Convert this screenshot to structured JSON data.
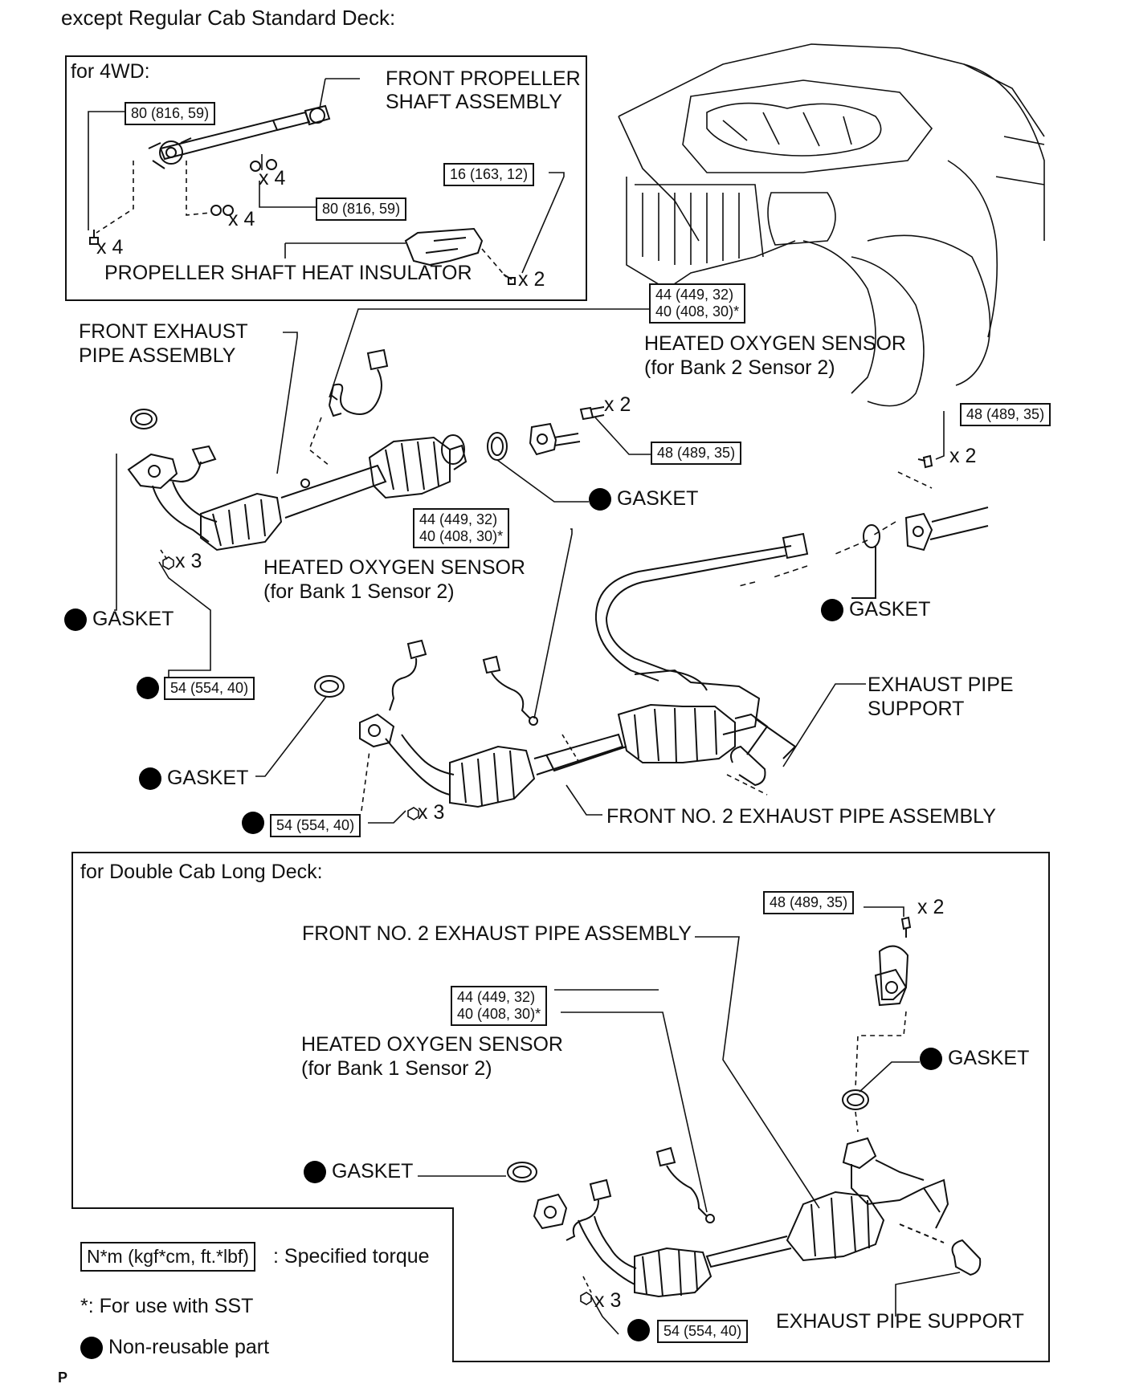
{
  "header": {
    "title": "except Regular Cab Standard Deck:"
  },
  "panel_4wd": {
    "title": "for 4WD:",
    "front_propeller_shaft": "FRONT PROPELLER\nSHAFT ASSEMBLY",
    "torque_a": "80 (816, 59)",
    "torque_b": "80 (816, 59)",
    "torque_c": "16 (163, 12)",
    "qty_x4_a": "x 4",
    "qty_x4_b": "x 4",
    "qty_x4_c": "x 4",
    "qty_x2": "x 2",
    "heat_insulator": "PROPELLER SHAFT HEAT INSULATOR"
  },
  "main": {
    "front_exhaust_pipe": "FRONT EXHAUST\nPIPE ASSEMBLY",
    "ho2s_bank2_torque_1": "44 (449, 32)",
    "ho2s_bank2_torque_2": "40 (408, 30)*",
    "ho2s_bank2_label": "HEATED OXYGEN SENSOR\n(for Bank 2 Sensor 2)",
    "qty_x2_top": "x 2",
    "torque_48_a": "48 (489, 35)",
    "torque_48_b": "48 (489, 35)",
    "qty_x2_right": "x 2",
    "gasket_1": "GASKET",
    "ho2s_bank1_torque_1": "44 (449, 32)",
    "ho2s_bank1_torque_2": "40 (408, 30)*",
    "ho2s_bank1_label": "HEATED OXYGEN SENSOR\n(for Bank 1 Sensor 2)",
    "qty_x3_a": "x 3",
    "gasket_2": "GASKET",
    "gasket_3": "GASKET",
    "torque_54_a": "54 (554, 40)",
    "exhaust_pipe_support": "EXHAUST PIPE\nSUPPORT",
    "gasket_4": "GASKET",
    "torque_54_b": "54 (554, 40)",
    "qty_x3_b": "x 3",
    "front_no2_pipe": "FRONT NO. 2 EXHAUST PIPE ASSEMBLY"
  },
  "panel_double_cab": {
    "title": "for Double Cab Long Deck:",
    "torque_48": "48 (489, 35)",
    "qty_x2": "x 2",
    "front_no2_pipe": "FRONT NO. 2 EXHAUST PIPE ASSEMBLY",
    "ho2s_torque_1": "44 (449, 32)",
    "ho2s_torque_2": "40 (408, 30)*",
    "ho2s_label": "HEATED OXYGEN SENSOR\n(for Bank 1 Sensor 2)",
    "gasket_a": "GASKET",
    "gasket_b": "GASKET",
    "qty_x3": "x 3",
    "torque_54": "54 (554, 40)",
    "exhaust_pipe_support": "EXHAUST PIPE SUPPORT"
  },
  "legend": {
    "torque_unit": "N*m (kgf*cm, ft.*lbf)",
    "torque_desc": ": Specified torque",
    "sst_note": "*: For use with SST",
    "non_reusable": "Non-reusable part"
  },
  "footer": {
    "code": "P"
  }
}
